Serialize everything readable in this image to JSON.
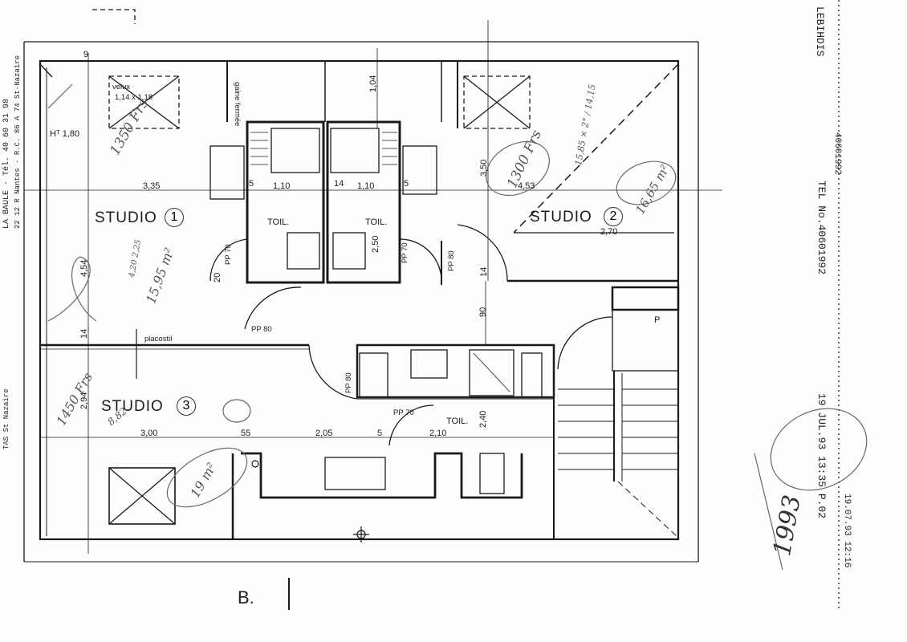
{
  "rooms": {
    "studio1": {
      "name": "STUDIO",
      "number": "1",
      "area": "15,95 m²",
      "price": "1350 Frs"
    },
    "studio2": {
      "name": "STUDIO",
      "number": "2",
      "area": "16,65 m²",
      "price": "1300 Frs"
    },
    "studio3": {
      "name": "STUDIO",
      "number": "3",
      "area": "19 m²",
      "price": "1450 Frs"
    }
  },
  "labels": {
    "velux": "velux",
    "velux_size": "1,14 x 1,18",
    "height": "Hᵀ 1,80",
    "gaine": "gaine fermée",
    "toil_1": "TOIL.",
    "toil_2": "TOIL.",
    "toil_3": "TOIL.",
    "placostil": "placostil",
    "pp80_a": "PP 80",
    "pp80_b": "PP 80",
    "pp80_c": "PP 80",
    "pp70_a": "PP 70",
    "pp70_b": "PP 70",
    "pp70_c": "PP 70",
    "p": "P",
    "section_mark": "B.",
    "grid_mark": "9"
  },
  "dimensions": {
    "d_335": "3,35",
    "d_110a": "1,10",
    "d_110b": "1,10",
    "d_453": "4,53",
    "d_270": "2,70",
    "d_350": "3,50",
    "d_104": "1,04",
    "d_454": "4,54",
    "d_250": "2,50",
    "d_294": "2,94",
    "d_300": "3,00",
    "d_55": "55",
    "d_205": "2,05",
    "d_210": "2,10",
    "d_240": "2,40",
    "d_90": "90",
    "d_14a": "14",
    "d_14b": "14",
    "d_20": "20",
    "d_5a": "5",
    "d_5b": "5",
    "d_5c": "5",
    "d_14c": "14"
  },
  "annotations": {
    "calc_s2": "15,85 × 2° / 14,15",
    "calc_s1": "4,20 2,25",
    "calc_s3": "8,82",
    "year": "1993"
  },
  "fax": {
    "sender_left": "LA BAULE · Tél. 40 60 31 98",
    "sender_left_2": "22 12 R Nantes · R.C. 86 A 74 St-Nazaire",
    "sender_left_3": "TAS St Nazaire",
    "header_name": "LEBIHDIS",
    "header_num": "40601992",
    "tel": "TEL No.40601992",
    "date": "19 JUL.93 13:35 P.02",
    "date_edge": "19.07.93 12:16"
  }
}
